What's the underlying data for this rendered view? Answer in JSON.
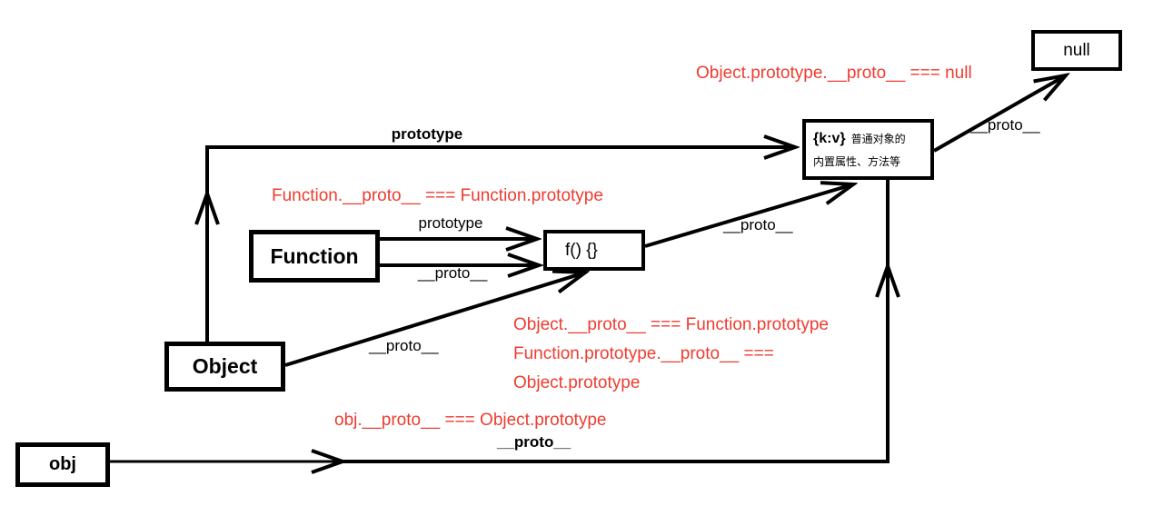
{
  "diagram": {
    "boxes": {
      "null_box": {
        "label": "null"
      },
      "kv_box": {
        "title": "{k:v}",
        "desc_line1": "普通对象的",
        "desc_line2": "内置属性、方法等"
      },
      "function_box": {
        "label": "Function"
      },
      "fn_prototype_box": {
        "label": "f() {}"
      },
      "object_box": {
        "label": "Object"
      },
      "obj_box": {
        "label": "obj"
      }
    },
    "edge_labels": {
      "object_prototype": "prototype",
      "function_prototype": "prototype",
      "function_proto": "__proto__",
      "object_proto": "__proto__",
      "fnprototype_proto": "__proto__",
      "kv_proto": "__proto__",
      "obj_proto": "__proto__"
    },
    "annotations": {
      "a1": {
        "text": "Object.prototype.__proto__ === null"
      },
      "a2": {
        "text": "Function.__proto__ === Function.prototype"
      },
      "a3": {
        "text": "Object.__proto__ === Function.prototype"
      },
      "a4": {
        "text": "Function.prototype.__proto__ ==="
      },
      "a5": {
        "text": "Object.prototype"
      },
      "a6": {
        "text": "obj.__proto__ === Object.prototype"
      }
    },
    "colors": {
      "annotation_red": "#ee3c30",
      "line_black": "#000000",
      "background": "#ffffff"
    }
  }
}
